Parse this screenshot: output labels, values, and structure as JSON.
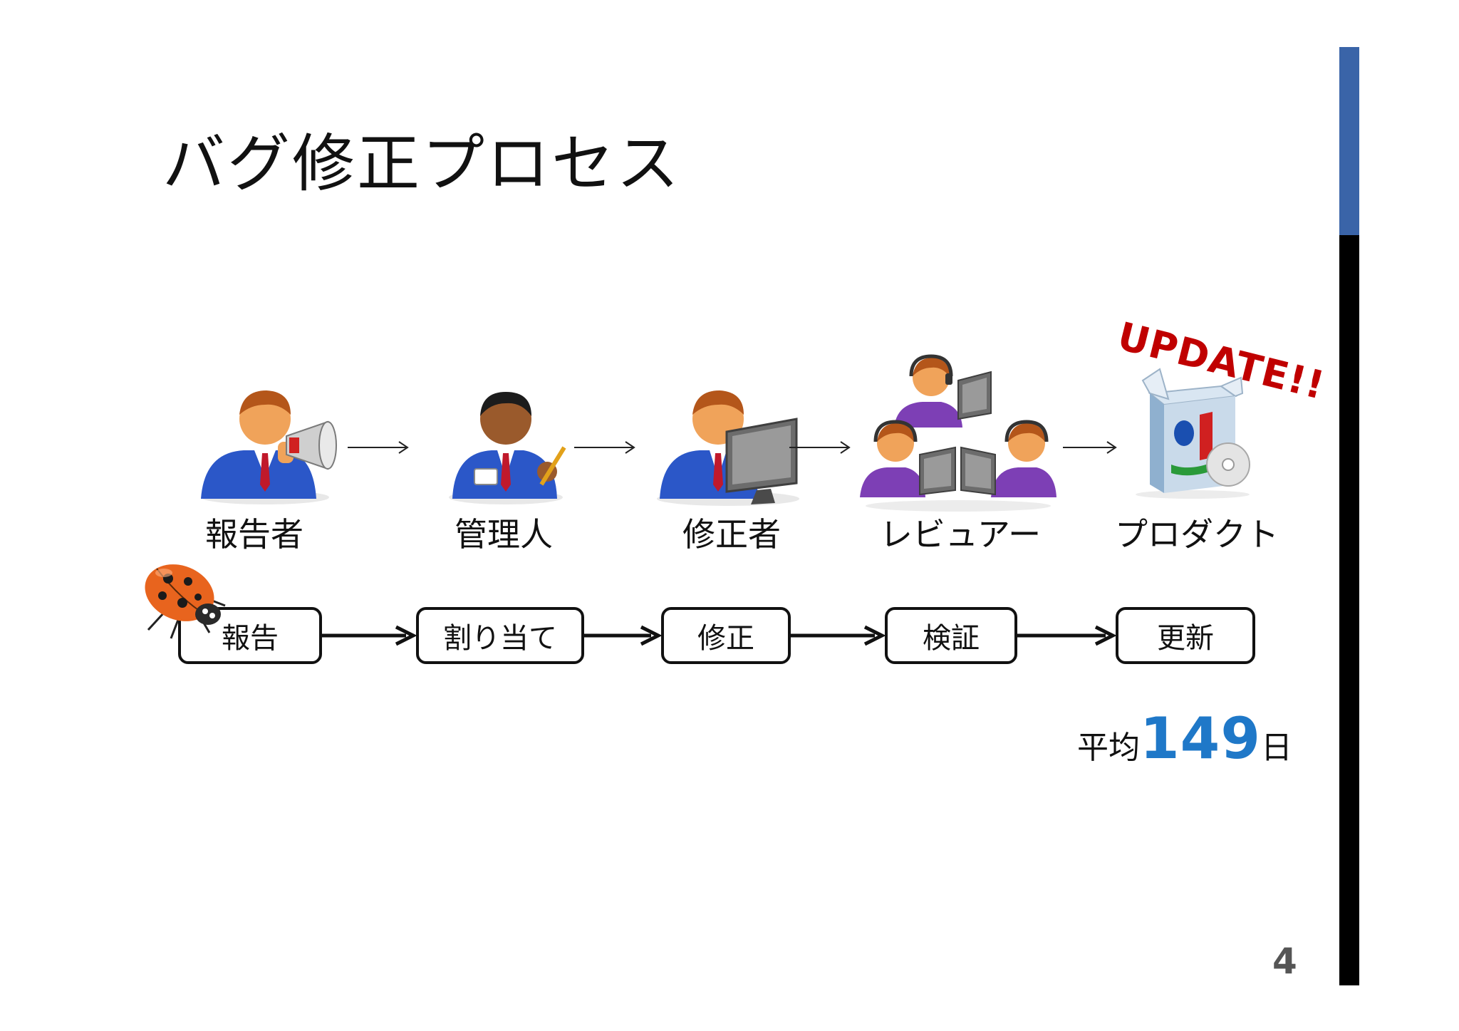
{
  "title": "バグ修正プロセス",
  "colors": {
    "accent_blue": "#3a64a8",
    "bar_black": "#000000",
    "update_red": "#c00000",
    "days_blue": "#1f78c8"
  },
  "update_text": "UPDATE!!",
  "roles": [
    {
      "label": "報告者",
      "icon": "reporter-megaphone-icon"
    },
    {
      "label": "管理人",
      "icon": "manager-icon"
    },
    {
      "label": "修正者",
      "icon": "developer-monitor-icon"
    },
    {
      "label": "レビュアー",
      "icon": "reviewers-group-icon"
    },
    {
      "label": "プロダクト",
      "icon": "product-box-icon"
    }
  ],
  "steps": [
    {
      "label": "報告"
    },
    {
      "label": "割り当て"
    },
    {
      "label": "修正"
    },
    {
      "label": "検証"
    },
    {
      "label": "更新"
    }
  ],
  "bug_icon": "ladybug-icon",
  "average": {
    "prefix": "平均",
    "value": "149",
    "suffix": "日"
  },
  "page_number": "4"
}
